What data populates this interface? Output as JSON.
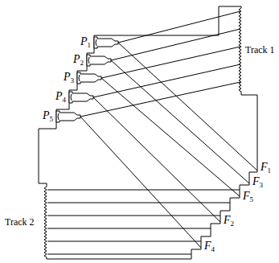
{
  "diagram": {
    "labels": [
      "P1",
      "P2",
      "P3",
      "P4",
      "P5",
      "Track 1",
      "Track 2",
      "F1",
      "F3",
      "F5",
      "F2",
      "F4"
    ]
  }
}
